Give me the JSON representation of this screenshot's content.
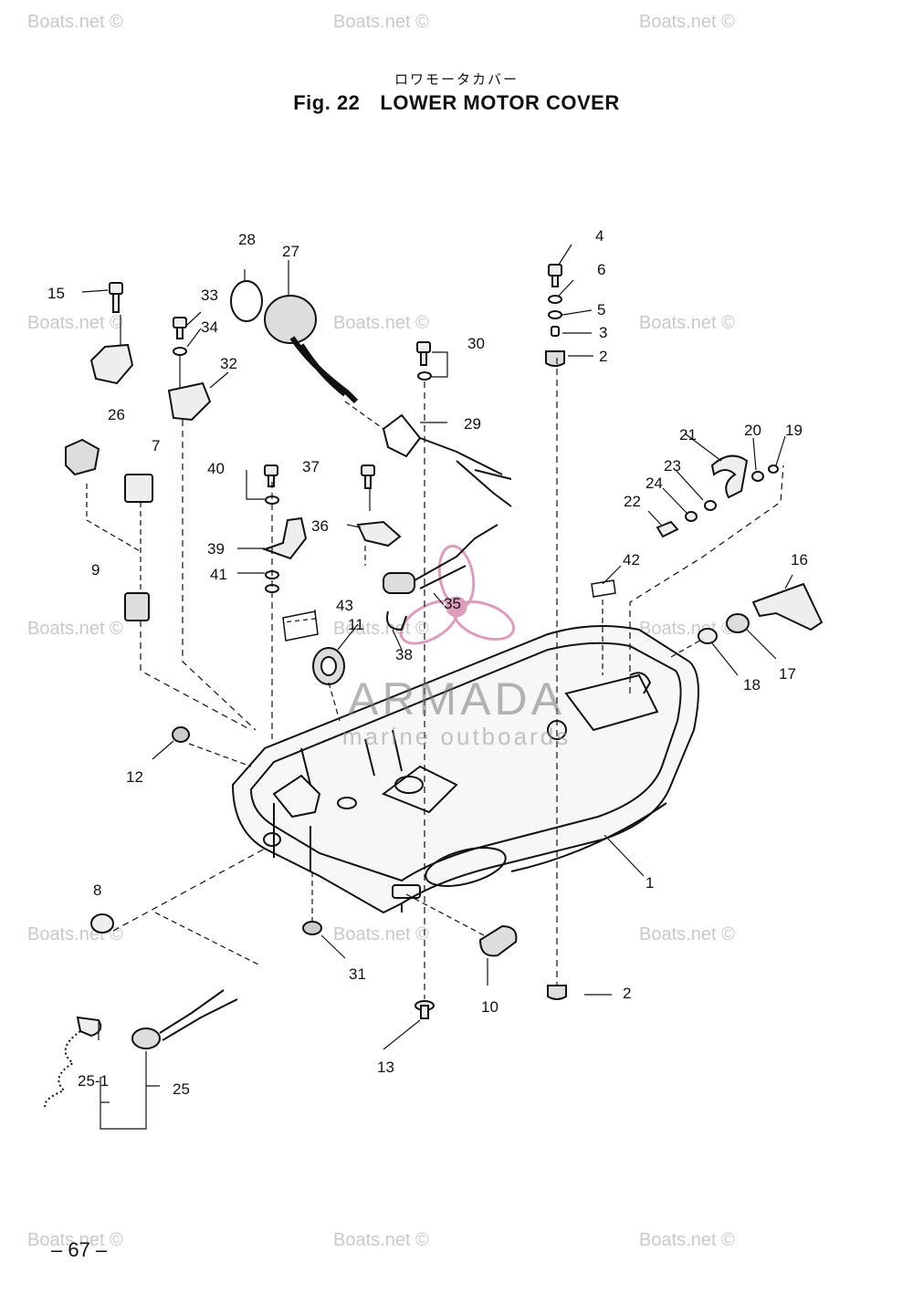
{
  "header": {
    "japanese_title": "ロワモータカバー",
    "figure_number": "Fig. 22",
    "figure_title": "LOWER MOTOR COVER"
  },
  "part_labels": [
    "1",
    "2",
    "2",
    "3",
    "4",
    "5",
    "6",
    "7",
    "8",
    "9",
    "10",
    "11",
    "12",
    "13",
    "15",
    "16",
    "17",
    "18",
    "19",
    "20",
    "21",
    "22",
    "23",
    "24",
    "25",
    "25-1",
    "26",
    "27",
    "28",
    "29",
    "30",
    "31",
    "32",
    "33",
    "34",
    "35",
    "36",
    "37",
    "38",
    "39",
    "40",
    "41",
    "42",
    "43"
  ],
  "watermark": {
    "text": "Boats.net ©",
    "brand_name": "ARMADA",
    "brand_sub": "marine outboards"
  },
  "footer": {
    "page_number": "– 67 –"
  }
}
